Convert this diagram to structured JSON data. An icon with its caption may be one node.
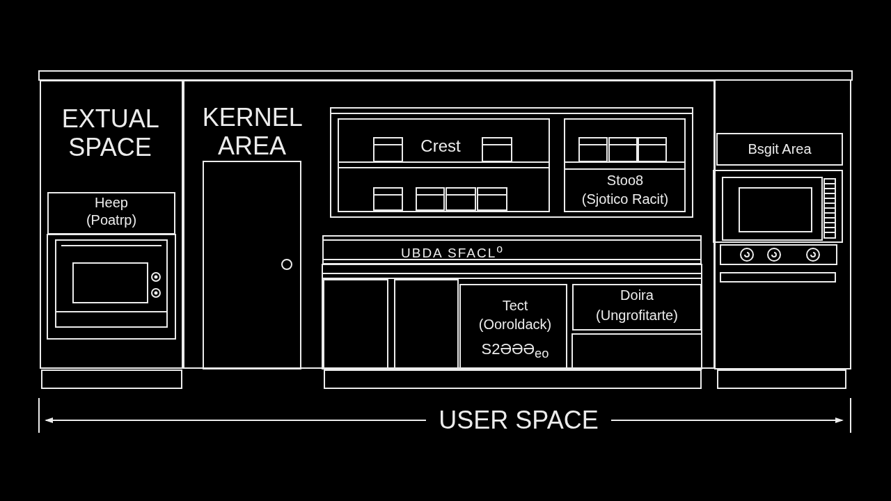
{
  "diagram": {
    "nodes": [
      {
        "text": [
          "EXTUAL SPACE"
        ]
      },
      {
        "text": [
          "Heep",
          "(Poatrp)"
        ],
        "in": 0
      },
      {
        "text": [
          "KERNEL AREA"
        ]
      },
      {
        "text": [
          "Crest"
        ],
        "in": 2
      },
      {
        "text": [
          "Stoo8",
          "(Sjotico Racit)"
        ],
        "in": 2
      },
      {
        "text": [
          "UBDA SFACL$^{o}$"
        ],
        "in": 2
      },
      {
        "text": [
          "Tect",
          "(Ooroldack)",
          "S2ƏƏƏ$_{eo}$"
        ],
        "in": 2
      },
      {
        "text": [
          "Doira",
          "(Ungrofitarte)"
        ],
        "in": 2
      },
      {
        "text": [
          "Bsgit Area"
        ]
      }
    ],
    "labels": [
      "USER SPACE"
    ]
  }
}
